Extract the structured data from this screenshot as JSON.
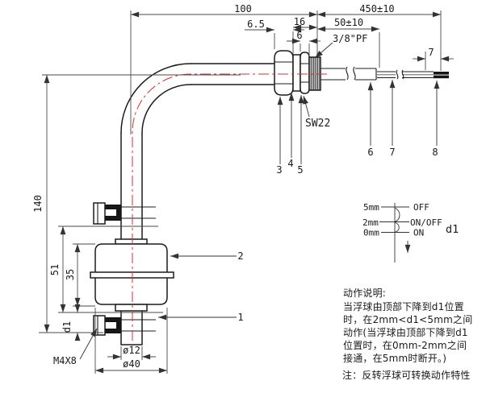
{
  "dwg": {
    "title": "float-level-switch-outline-drawing",
    "dims": {
      "overall_x": "100",
      "cable_len": "450±10",
      "nut1_w": "6.5",
      "thread_len": "16",
      "nut2_w": "6",
      "cable_seg": "50±10",
      "thread_spec": "3/8\"PF",
      "tip_len": "7",
      "wrench": "SW22",
      "overall_y": "140",
      "assy_h": "51",
      "float_h": "35",
      "travel": "d1",
      "screw": "M4X8",
      "dia_stem": "ø12",
      "dia_float": "ø40"
    },
    "parts": {
      "n1": "1",
      "n2": "2",
      "n3": "3",
      "n4": "4",
      "n5": "5",
      "n6": "6",
      "n7": "7",
      "n8": "8"
    },
    "switch": {
      "rows": [
        {
          "pos": "5mm",
          "state": "OFF"
        },
        {
          "pos": "2mm",
          "state": "ON/OFF"
        },
        {
          "pos": "0mm",
          "state": "ON"
        }
      ],
      "var": "d1"
    },
    "notes": {
      "title": "动作说明:",
      "body": [
        "当浮球由顶部下降到d1位置",
        "时，在2mm<d1<5mm之间",
        "动作(当浮球由顶部下降到d1",
        "位置时，在0mm-2mm之间",
        "接通，在5mm时断开。)"
      ],
      "footnote": "注：反转浮球可转换动作特性"
    },
    "colors": {
      "centerline": "#e02c2c",
      "outline": "#1c1c1c",
      "dimension": "#4a4a4a"
    }
  }
}
